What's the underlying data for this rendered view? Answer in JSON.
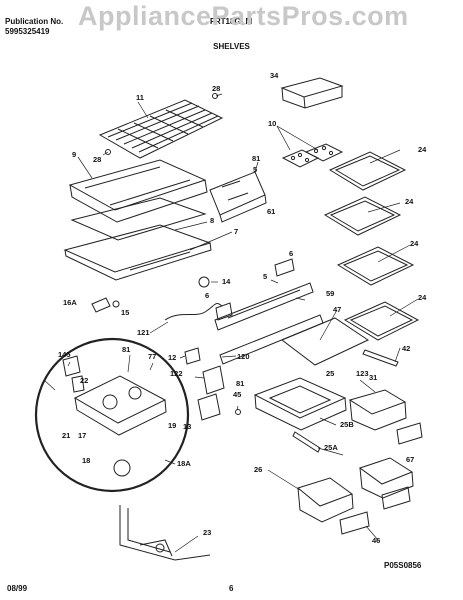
{
  "header": {
    "publication_label": "Publication No.",
    "publication_number": "5995325419",
    "model_code": "FRT18GLM",
    "watermark": "AppliancePartsPros.com"
  },
  "section_title": "SHELVES",
  "parts": [
    {
      "id": "p34",
      "text": "34"
    },
    {
      "id": "p11",
      "text": "11"
    },
    {
      "id": "p28a",
      "text": "28"
    },
    {
      "id": "p28b",
      "text": "28"
    },
    {
      "id": "p9",
      "text": "9"
    },
    {
      "id": "p10",
      "text": "10"
    },
    {
      "id": "p81a",
      "text": "81"
    },
    {
      "id": "p5a",
      "text": "5"
    },
    {
      "id": "p24a",
      "text": "24"
    },
    {
      "id": "p24b",
      "text": "24"
    },
    {
      "id": "p24c",
      "text": "24"
    },
    {
      "id": "p24d",
      "text": "24"
    },
    {
      "id": "p61",
      "text": "61"
    },
    {
      "id": "p8",
      "text": "8"
    },
    {
      "id": "p7",
      "text": "7"
    },
    {
      "id": "p6a",
      "text": "6"
    },
    {
      "id": "p14",
      "text": "14"
    },
    {
      "id": "p5b",
      "text": "5"
    },
    {
      "id": "p6b",
      "text": "6"
    },
    {
      "id": "p59",
      "text": "59"
    },
    {
      "id": "p16A",
      "text": "16A"
    },
    {
      "id": "p15",
      "text": "15"
    },
    {
      "id": "p47",
      "text": "47"
    },
    {
      "id": "p121",
      "text": "121"
    },
    {
      "id": "p145",
      "text": "145"
    },
    {
      "id": "p81b",
      "text": "81"
    },
    {
      "id": "p77",
      "text": "77"
    },
    {
      "id": "p12",
      "text": "12"
    },
    {
      "id": "p42",
      "text": "42"
    },
    {
      "id": "p120",
      "text": "120"
    },
    {
      "id": "p122",
      "text": "122"
    },
    {
      "id": "p123",
      "text": "123"
    },
    {
      "id": "p25",
      "text": "25"
    },
    {
      "id": "p31",
      "text": "31"
    },
    {
      "id": "p22",
      "text": "22"
    },
    {
      "id": "p81c",
      "text": "81"
    },
    {
      "id": "p45",
      "text": "45"
    },
    {
      "id": "p25B",
      "text": "25B"
    },
    {
      "id": "p21",
      "text": "21"
    },
    {
      "id": "p17",
      "text": "17"
    },
    {
      "id": "p19",
      "text": "19"
    },
    {
      "id": "p13",
      "text": "13"
    },
    {
      "id": "p25A",
      "text": "25A"
    },
    {
      "id": "p67",
      "text": "67"
    },
    {
      "id": "p18",
      "text": "18"
    },
    {
      "id": "p18A",
      "text": "18A"
    },
    {
      "id": "p26",
      "text": "26"
    },
    {
      "id": "p46",
      "text": "46"
    },
    {
      "id": "p23",
      "text": "23"
    }
  ],
  "footer": {
    "date": "08/99",
    "page": "6",
    "figure_code": "P05S0856"
  }
}
